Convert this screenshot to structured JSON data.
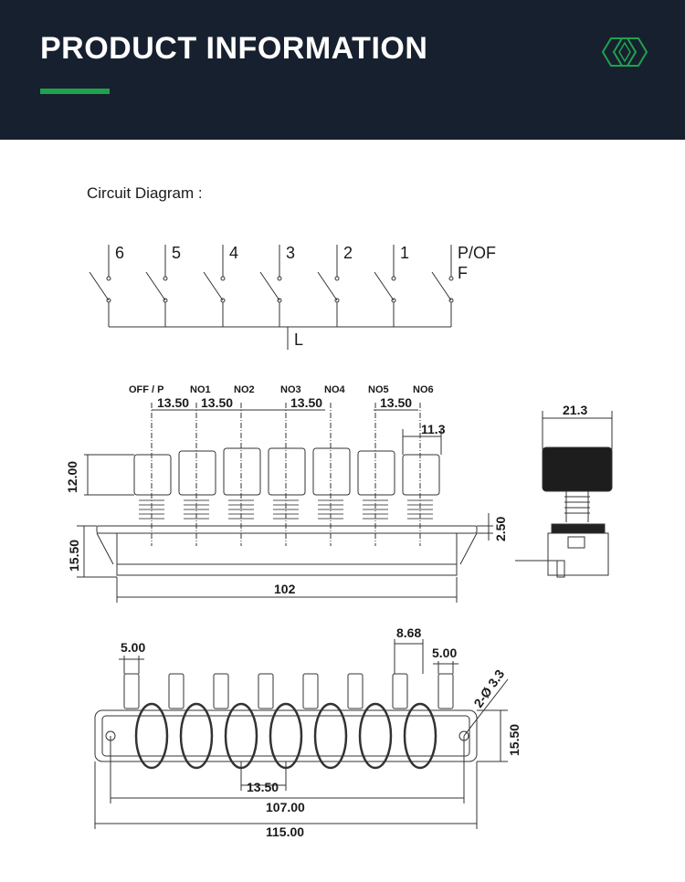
{
  "header": {
    "title": "PRODUCT INFORMATION",
    "accent_color": "#1ea24e",
    "background_color": "#17202f",
    "logo_icon": "hexagon-logo-icon"
  },
  "circuit": {
    "caption": "Circuit Diagram :",
    "switch_labels": [
      "6",
      "5",
      "4",
      "3",
      "2",
      "1"
    ],
    "pof_label_line1": "P/OF",
    "pof_label_line2": "F",
    "common_label": "L"
  },
  "front_view": {
    "button_labels": [
      "OFF / P",
      "NO1",
      "NO2",
      "NO3",
      "NO4",
      "NO5",
      "NO6"
    ],
    "pitch_1": "13.50",
    "pitch_2": "13.50",
    "pitch_3": "13.50",
    "pitch_4": "13.50",
    "button_width": "11.3",
    "button_height": "12.00",
    "plate_thickness": "2.50",
    "body_height": "15.50",
    "body_length": "102"
  },
  "side_view": {
    "width": "21.3"
  },
  "bottom_view": {
    "terminal_width": "5.00",
    "terminal_pitch": "8.68",
    "end_terminal_width": "5.00",
    "hole": "2-Ø 3.3",
    "height": "15.50",
    "pitch": "13.50",
    "hole_spacing": "107.00",
    "total_length": "115.00"
  }
}
